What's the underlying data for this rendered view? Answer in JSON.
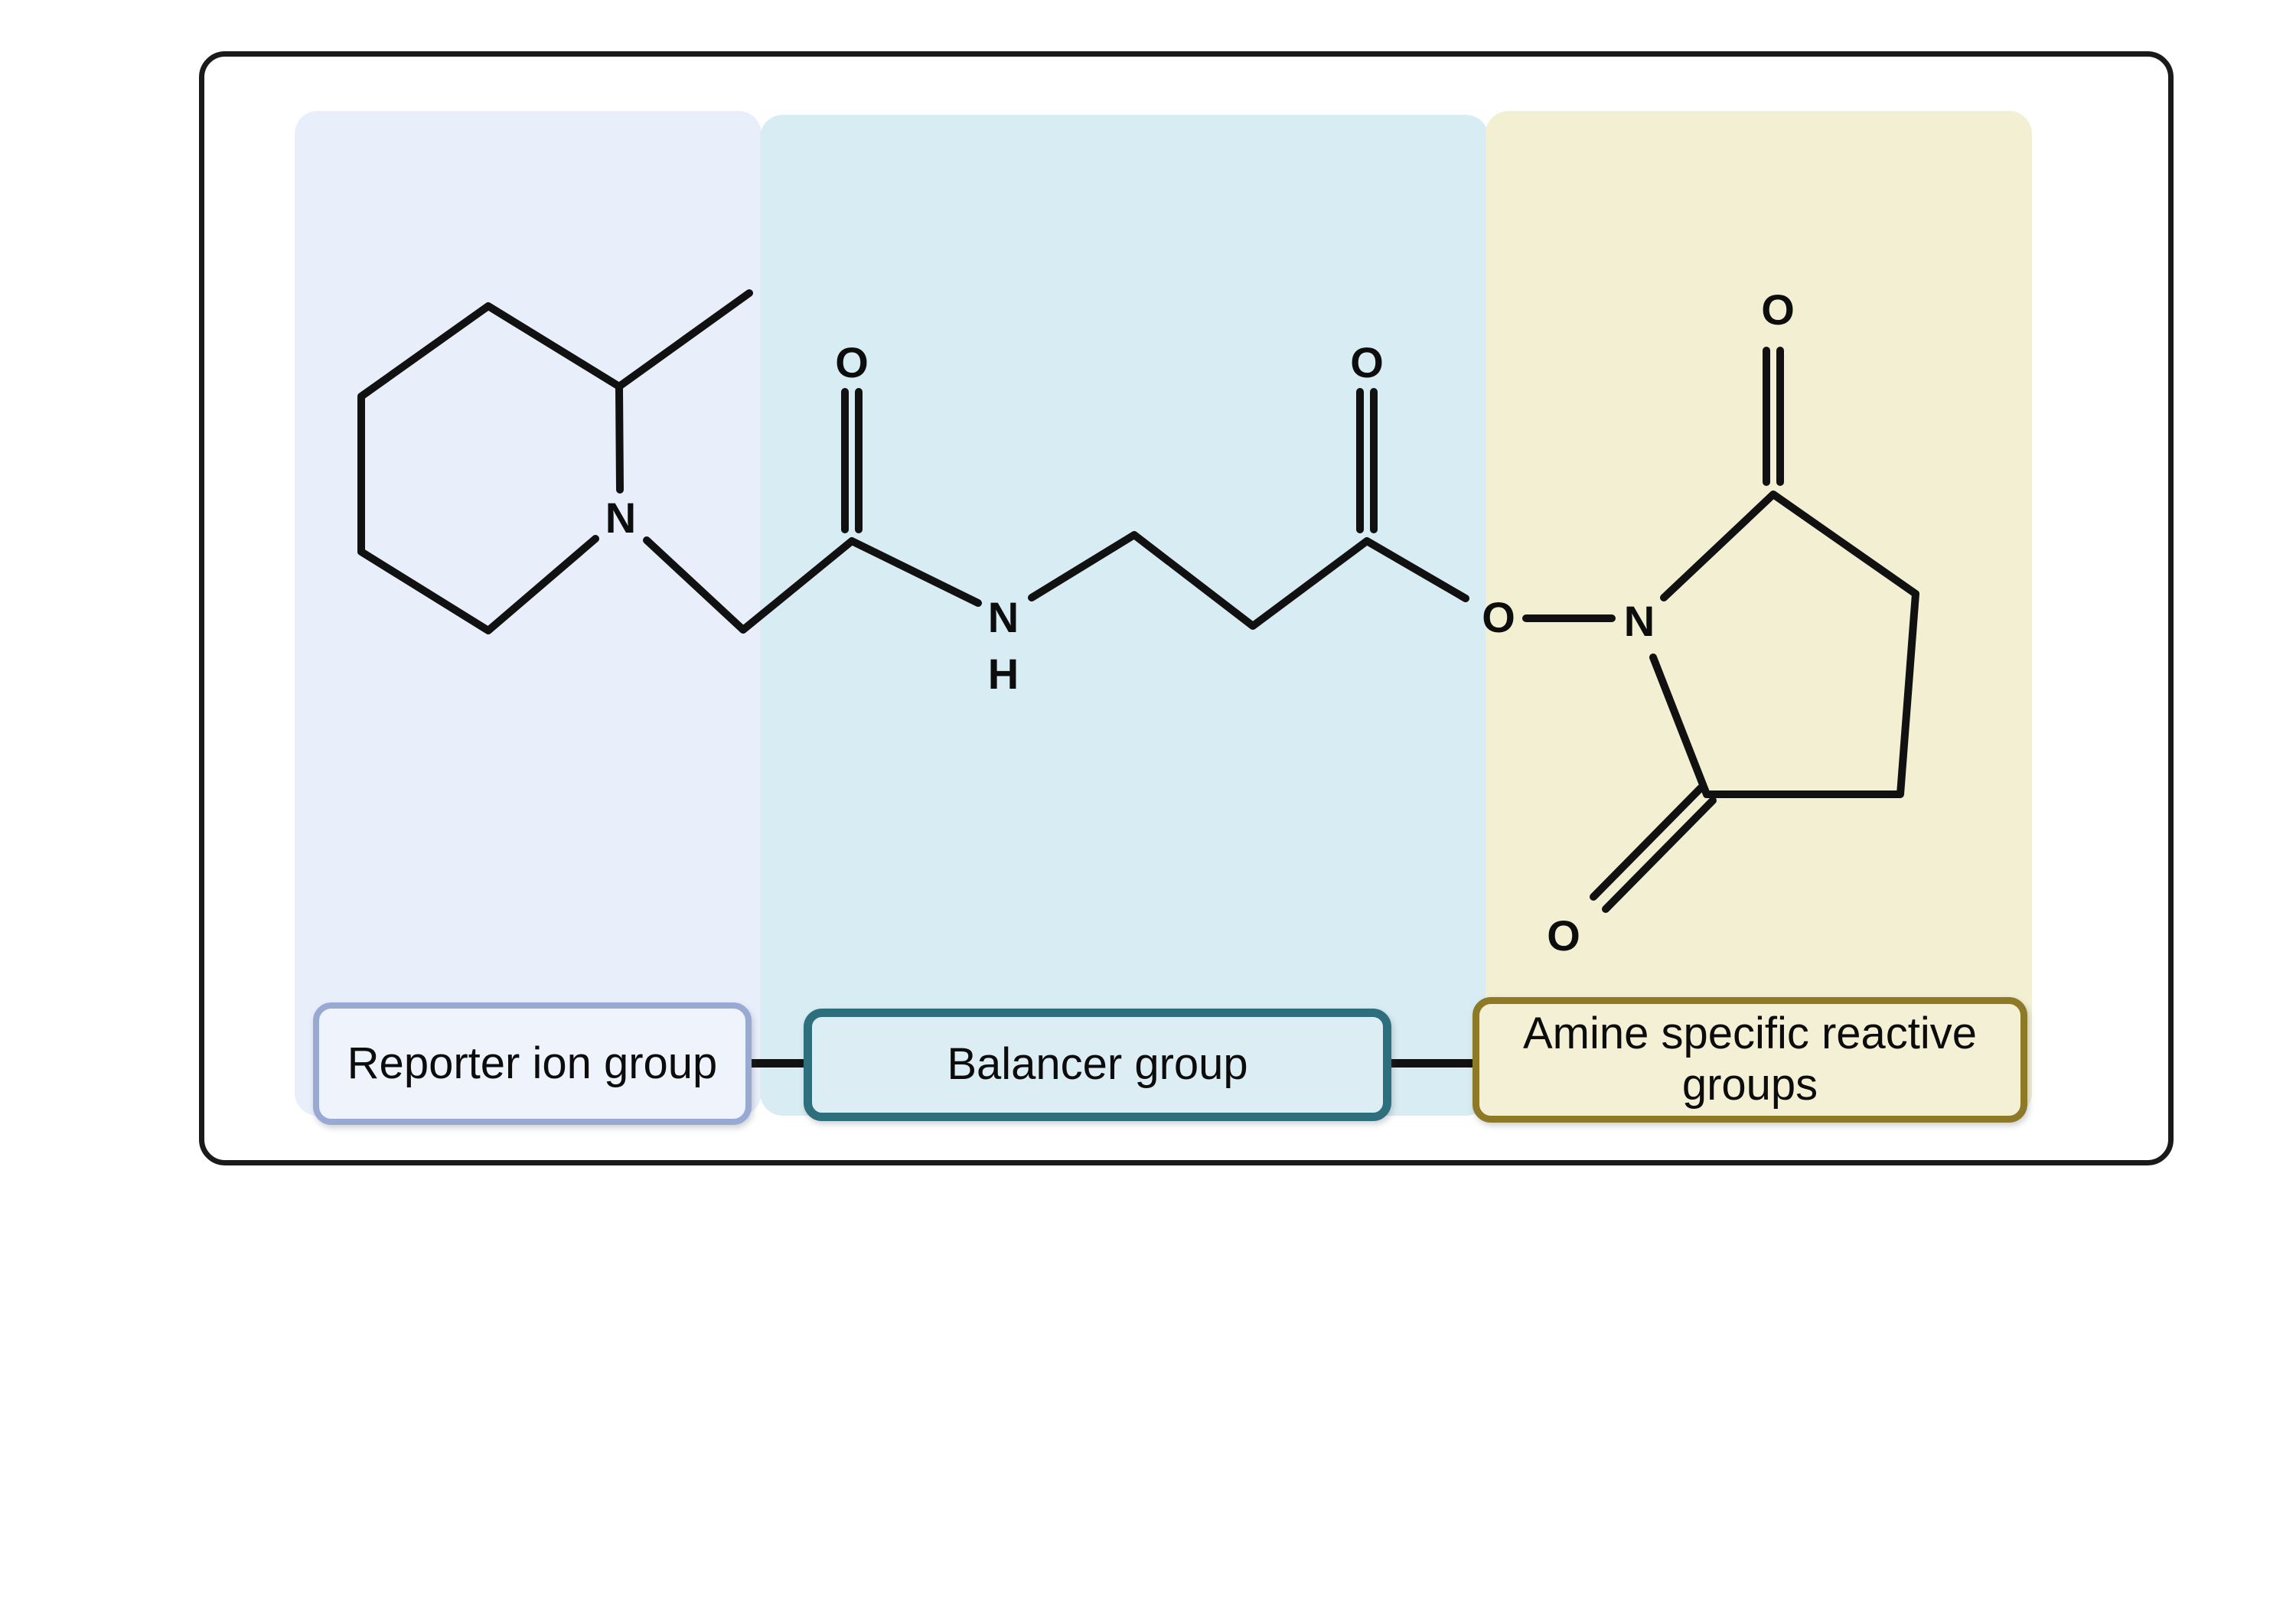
{
  "figure": {
    "type": "chemical-structure-diagram",
    "frame_border_color": "#1a1a1a",
    "bond_color": "#111111",
    "groups": [
      {
        "id": "reporter",
        "label": "Reporter ion group",
        "panel_color": "#e9effa",
        "box_fill": "#eef3fc",
        "box_border_color": "#98a9d4"
      },
      {
        "id": "balancer",
        "label": "Balancer group",
        "panel_color": "#d8ecf3",
        "box_fill": "#dcedf3",
        "box_border_color": "#2e6f7e"
      },
      {
        "id": "amine",
        "label": "Amine specific reactive groups",
        "panel_color": "#f2efd3",
        "box_fill": "#f3f0d6",
        "box_border_color": "#8e7927"
      }
    ],
    "molecule": {
      "atoms": {
        "piperidine_n": "N",
        "amide_o": "O",
        "amide_n": "N",
        "amide_h": "H",
        "ester_carbonyl_o": "O",
        "ester_bridge_o": "O",
        "nhs_n": "N",
        "nhs_top_o": "O",
        "nhs_bottom_o": "O"
      }
    }
  }
}
